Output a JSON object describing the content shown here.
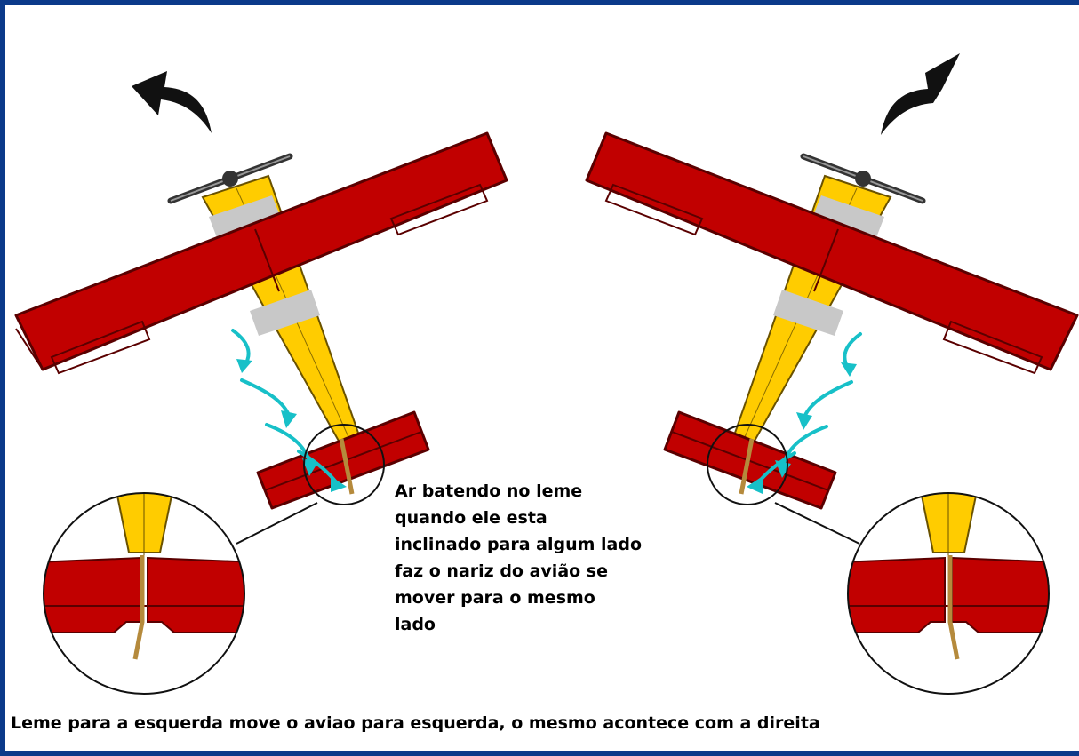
{
  "caption_lines": [
    " Ar batendo no leme",
    "quando ele esta",
    "inclinado para algum lado",
    "faz o nariz do avião se",
    "mover para o mesmo",
    "lado"
  ],
  "footer_text": "Leme para a esquerda move o aviao para esquerda, o mesmo acontece com a direita",
  "colors": {
    "frame": "#0b3a8a",
    "wing_red": "#c10000",
    "wing_edge": "#5a0000",
    "fuselage_yellow": "#ffcc00",
    "cowl_gray": "#c8c8c8",
    "airflow_cyan": "#17c0c8",
    "rudder_brown": "#b58a3c",
    "turn_arrow": "#111111"
  },
  "icons": [
    "turn-left-arrow-icon",
    "turn-right-arrow-icon"
  ]
}
